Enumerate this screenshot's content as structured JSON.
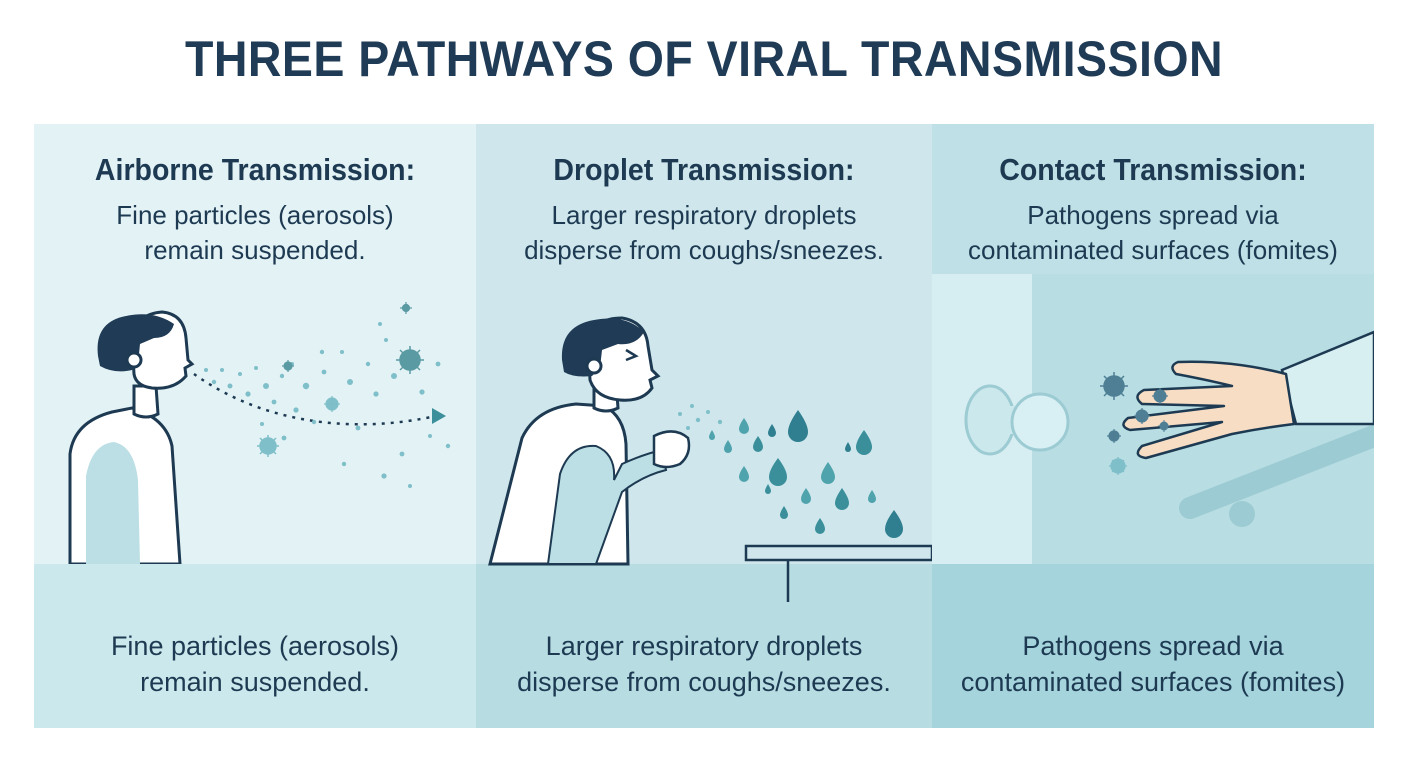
{
  "title": "THREE PATHWAYS OF VIRAL TRANSMISSION",
  "panels": [
    {
      "heading": "Airborne Transmission:",
      "description": [
        "Fine particles (aerosols)",
        "remain suspended."
      ],
      "caption": [
        "Fine particles (aerosols)",
        "remain suspended."
      ],
      "illustration": "person-breathing-aerosols"
    },
    {
      "heading": "Droplet Transmission:",
      "description": [
        "Larger respiratory droplets",
        "disperse from coughs/sneezes."
      ],
      "caption": [
        "Larger respiratory droplets",
        "disperse from coughs/sneezes."
      ],
      "illustration": "person-coughing-droplets"
    },
    {
      "heading": "Contact Transmission:",
      "description": [
        "Pathogens spread via",
        "contaminated surfaces (fomites)"
      ],
      "caption": [
        "Pathogens spread via",
        "contaminated surfaces (fomites)"
      ],
      "illustration": "hand-touching-doorknob"
    }
  ],
  "colors": {
    "title": "#1f3b55",
    "text": "#1d3a52",
    "panel_1": "#e3f2f5",
    "panel_2": "#cfe7ec",
    "panel_3": "#bfe0e6",
    "accent": "#3a8f9b",
    "virus": "#5a9aa3"
  }
}
